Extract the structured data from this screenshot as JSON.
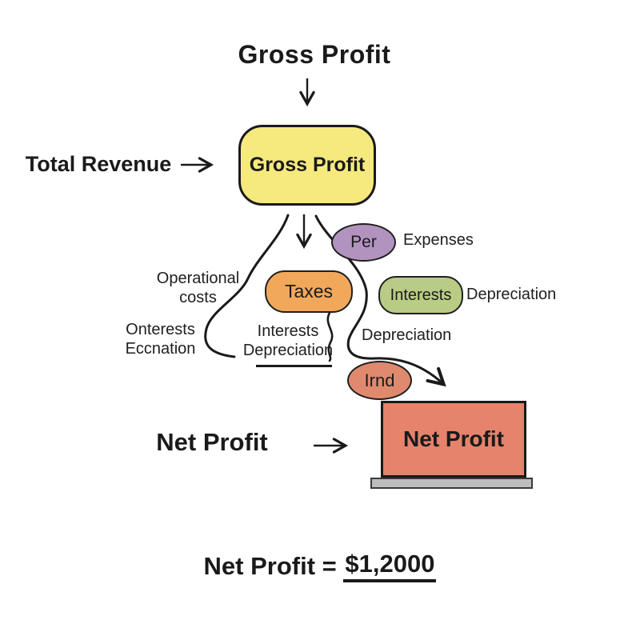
{
  "colors": {
    "ink": "#1a1a1a",
    "gross_fill": "#F6E97E",
    "per_fill": "#B293BF",
    "taxes_fill": "#F2A85B",
    "interests_fill": "#B9CC85",
    "irnd_fill": "#DF8A6E",
    "net_fill": "#E5836C",
    "pedestal_fill": "#BDBDBD"
  },
  "title": "Gross Profit",
  "left_labels": {
    "total_revenue": "Total Revenue",
    "net_profit": "Net Profit"
  },
  "boxes": {
    "gross": "Gross Profit",
    "net": "Net Profit"
  },
  "ovals": {
    "per": "Per",
    "taxes": "Taxes",
    "interests": "Interests",
    "irnd": "Irnd"
  },
  "annotations": {
    "expenses": "Expenses",
    "operational_line1": "Operational",
    "operational_line2": "costs",
    "depreciation_right": "Depreciation",
    "onterests_line1": "Onterests",
    "onterests_line2": "Eccnation",
    "interests_dep_line1": "Interests",
    "interests_dep_line2": "Depreciation",
    "depreciation_mid": "Depreciation"
  },
  "footer": {
    "prefix": "Net Profit =",
    "value": "$1,2000"
  }
}
